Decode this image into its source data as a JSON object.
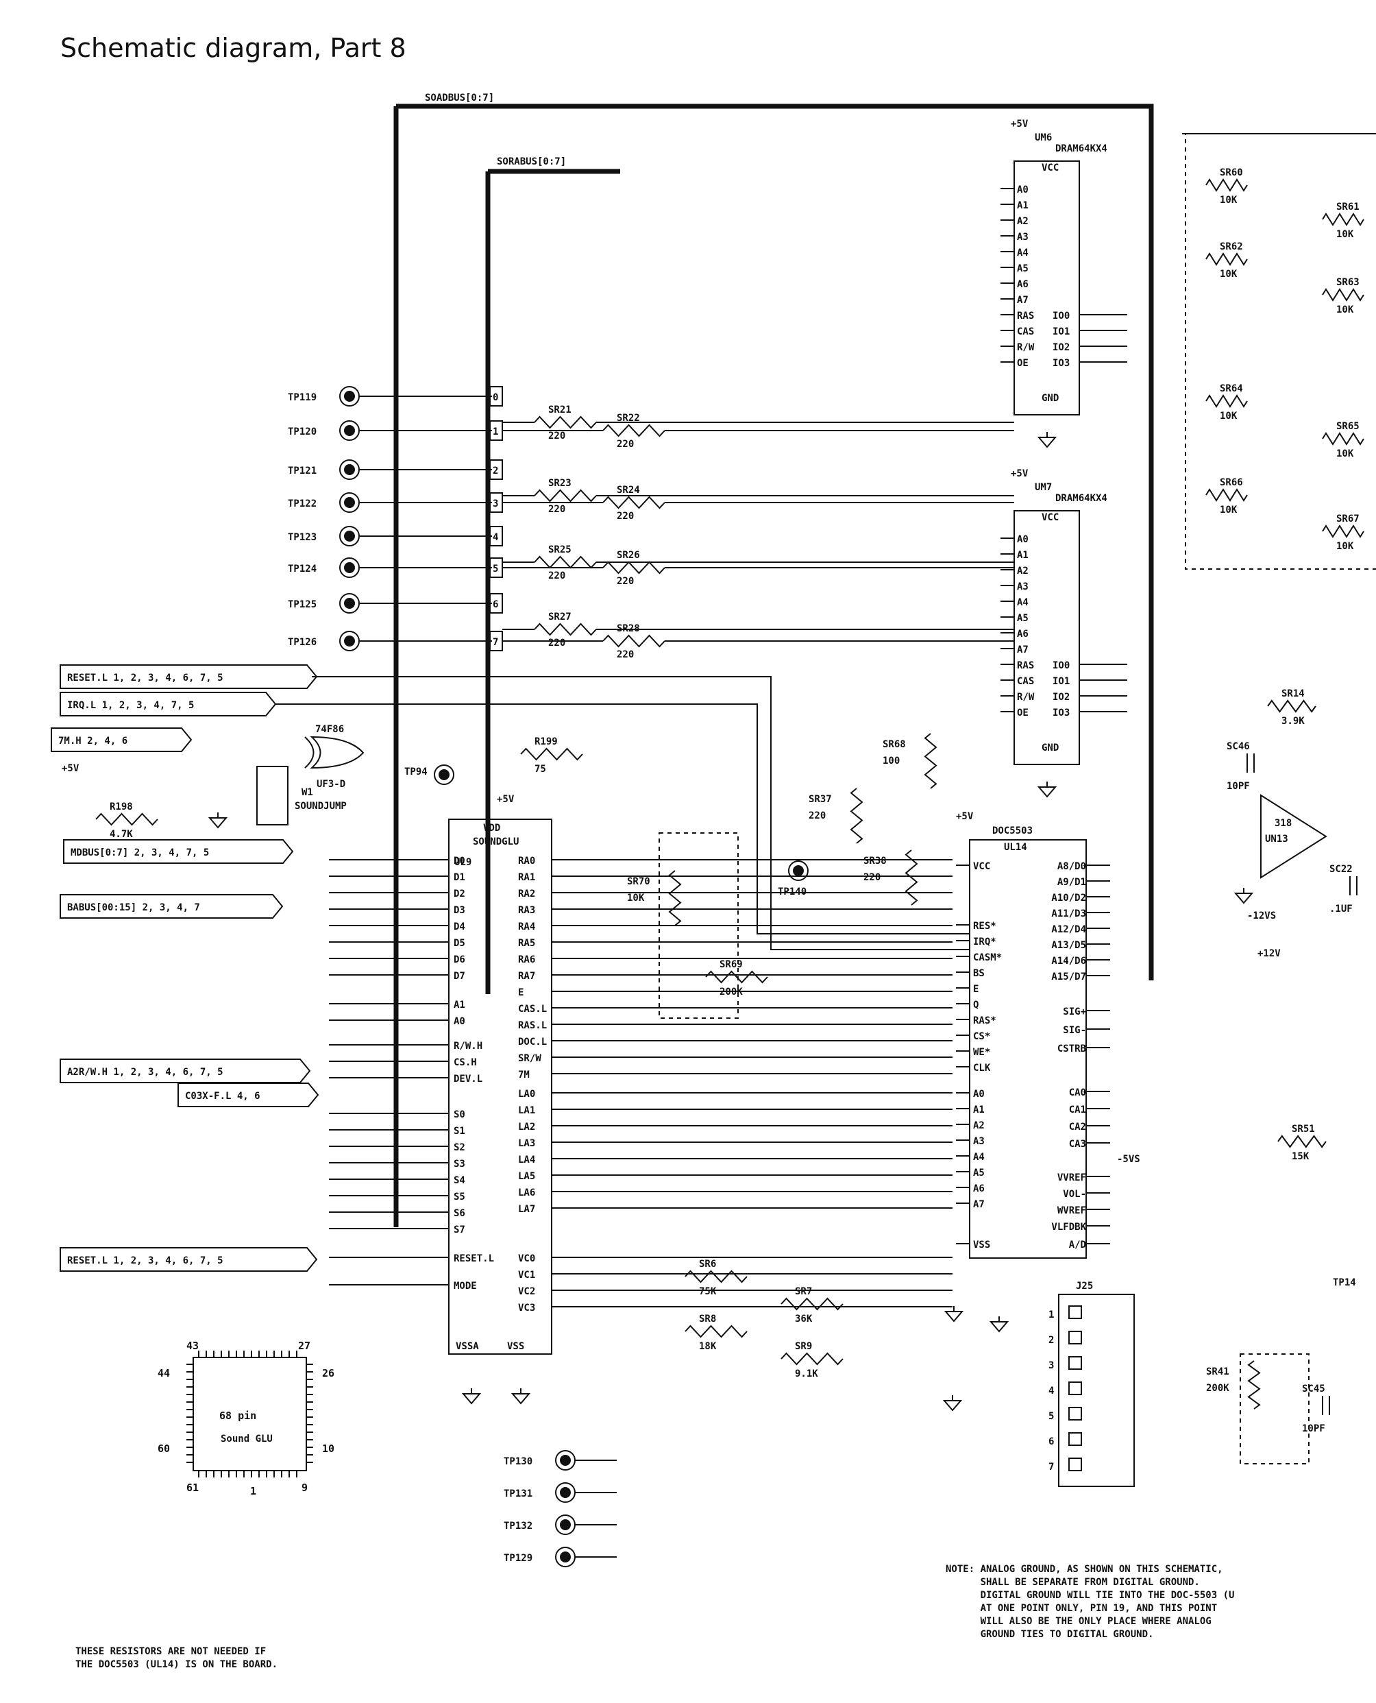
{
  "title": "Schematic diagram, Part 8",
  "buses": {
    "soadbus": "SOADBUS[0:7]",
    "sorabus": "SORABUS[0:7]"
  },
  "test_points": {
    "left": [
      "TP119",
      "TP120",
      "TP121",
      "TP122",
      "TP123",
      "TP124",
      "TP125",
      "TP126"
    ],
    "tp94": "TP94",
    "tp140": "TP140",
    "bottom": [
      "TP130",
      "TP131",
      "TP132",
      "TP129"
    ],
    "right_cut": "TP14"
  },
  "offpage": {
    "reset1": "RESET.L 1, 2, 3, 4, 6, 7, 5",
    "irq": "IRQ.L 1, 2, 3, 4, 7, 5",
    "clk7m": "7M.H 2, 4, 6",
    "mdbus": "MDBUS[0:7] 2, 3, 4, 7, 5",
    "babus": "BABUS[00:15] 2, 3, 4, 7",
    "a2rw": "A2R/W.H 1, 2, 3, 4, 6, 7, 5",
    "c03x": "C03X-F.L 4, 6",
    "reset2": "RESET.L 1, 2, 3, 4, 6, 7, 5"
  },
  "components": {
    "um6": {
      "ref": "UM6",
      "part": "DRAM64KX4"
    },
    "um7": {
      "ref": "UM7",
      "part": "DRAM64KX4"
    },
    "ul9": {
      "ref": "UL9",
      "part": "SOUNDGLU"
    },
    "ul14": {
      "ref": "UL14",
      "part": "DOC5503"
    },
    "uf3": {
      "ref": "UF3-D",
      "part": "74F86"
    },
    "un13": {
      "ref": "UN13",
      "part": "318"
    },
    "w1": {
      "ref": "W1",
      "part": "SOUNDJUMP"
    },
    "j25": "J25"
  },
  "resistors": [
    {
      "ref": "SR21",
      "val": "220"
    },
    {
      "ref": "SR22",
      "val": "220"
    },
    {
      "ref": "SR23",
      "val": "220"
    },
    {
      "ref": "SR24",
      "val": "220"
    },
    {
      "ref": "SR25",
      "val": "220"
    },
    {
      "ref": "SR26",
      "val": "220"
    },
    {
      "ref": "SR27",
      "val": "220"
    },
    {
      "ref": "SR28",
      "val": "220"
    },
    {
      "ref": "R199",
      "val": "75"
    },
    {
      "ref": "R198",
      "val": "4.7K"
    },
    {
      "ref": "SR37",
      "val": "220"
    },
    {
      "ref": "SR38",
      "val": "220"
    },
    {
      "ref": "SR68",
      "val": "100"
    },
    {
      "ref": "SR70",
      "val": "10K"
    },
    {
      "ref": "SR69",
      "val": "200K"
    },
    {
      "ref": "SR60",
      "val": "10K"
    },
    {
      "ref": "SR61",
      "val": "10K"
    },
    {
      "ref": "SR62",
      "val": "10K"
    },
    {
      "ref": "SR63",
      "val": "10K"
    },
    {
      "ref": "SR64",
      "val": "10K"
    },
    {
      "ref": "SR65",
      "val": "10K"
    },
    {
      "ref": "SR66",
      "val": "10K"
    },
    {
      "ref": "SR67",
      "val": "10K"
    },
    {
      "ref": "SR14",
      "val": "3.9K"
    },
    {
      "ref": "SR51",
      "val": "15K"
    },
    {
      "ref": "SR41",
      "val": "200K"
    },
    {
      "ref": "SR6",
      "val": "75K"
    },
    {
      "ref": "SR7",
      "val": "36K"
    },
    {
      "ref": "SR8",
      "val": "18K"
    },
    {
      "ref": "SR9",
      "val": "9.1K"
    }
  ],
  "capacitors": [
    {
      "ref": "SC46",
      "val": "10PF"
    },
    {
      "ref": "SC22",
      "val": ".1UF"
    },
    {
      "ref": "SC45",
      "val": "10PF"
    }
  ],
  "power": {
    "p5v": "+5V",
    "m5vs": "-5VS",
    "m12vs": "-12VS",
    "p12v": "+12V"
  },
  "pin_names": {
    "dram_left": [
      "A0",
      "A1",
      "A2",
      "A3",
      "A4",
      "A5",
      "A6",
      "A7",
      "RAS",
      "CAS",
      "R/W",
      "OE"
    ],
    "dram_right": [
      "IO0",
      "IO1",
      "IO2",
      "IO3"
    ],
    "glu_left": [
      "D0",
      "D1",
      "D2",
      "D3",
      "D4",
      "D5",
      "D6",
      "D7",
      "A1",
      "A0",
      "R/W.H",
      "CS.H",
      "DEV.L",
      "S0",
      "S1",
      "S2",
      "S3",
      "S4",
      "S5",
      "S6",
      "S7",
      "RESET.L",
      "MODE"
    ],
    "glu_right": [
      "RA0",
      "RA1",
      "RA2",
      "RA3",
      "RA4",
      "RA5",
      "RA6",
      "RA7",
      "E",
      "CAS.L",
      "RAS.L",
      "DOC.L",
      "SR/W",
      "7M",
      "LA0",
      "LA1",
      "LA2",
      "LA3",
      "LA4",
      "LA5",
      "LA6",
      "LA7",
      "VC0",
      "VC1",
      "VC2",
      "VC3"
    ],
    "doc_left": [
      "VCC",
      "RES*",
      "IRQ*",
      "CASM*",
      "BS",
      "E",
      "Q",
      "RAS*",
      "CS*",
      "WE*",
      "CLK",
      "A0",
      "A1",
      "A2",
      "A3",
      "A4",
      "A5",
      "A6",
      "A7",
      "VSS"
    ],
    "doc_right": [
      "A8/D0",
      "A9/D1",
      "A10/D2",
      "A11/D3",
      "A12/D4",
      "A13/D5",
      "A14/D6",
      "A15/D7",
      "SIG+",
      "SIG-",
      "CSTRB",
      "CA0",
      "CA1",
      "CA2",
      "CA3",
      "VVREF",
      "VOL-",
      "WVREF",
      "VLFDBK",
      "A/D"
    ]
  },
  "package": {
    "name": "68 pin",
    "desc": "Sound GLU",
    "pins": [
      "43",
      "27",
      "44",
      "26",
      "60",
      "10",
      "61",
      "1",
      "9"
    ]
  },
  "note": "NOTE: ANALOG GROUND, AS SHOWN ON THIS SCHEMATIC,\n      SHALL BE SEPARATE FROM DIGITAL GROUND.\n      DIGITAL GROUND WILL TIE INTO THE DOC-5503 (U\n      AT ONE POINT ONLY, PIN 19, AND THIS POINT\n      WILL ALSO BE THE ONLY PLACE WHERE ANALOG\n      GROUND TIES TO DIGITAL GROUND.",
  "footnote": "THESE RESISTORS ARE NOT NEEDED IF\nTHE DOC5503 (UL14) IS ON THE BOARD."
}
